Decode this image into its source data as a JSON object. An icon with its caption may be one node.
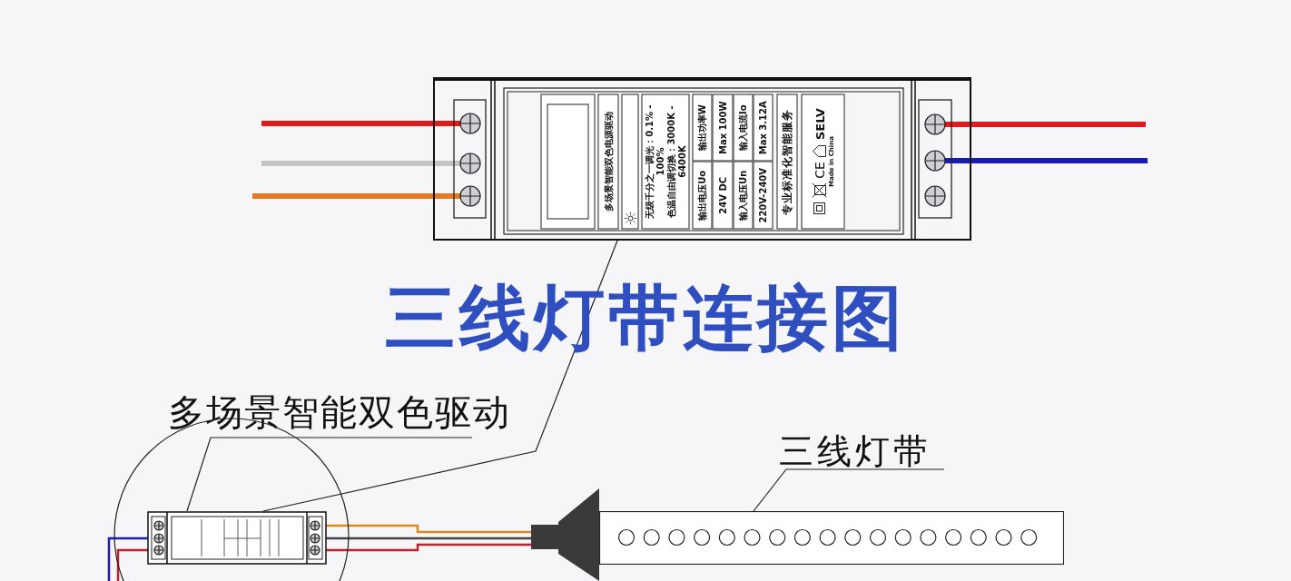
{
  "diagram": {
    "title": "三线灯带连接图",
    "nodes": [
      {
        "text": [],
        "shape": "box"
      },
      {
        "text": [
          "多场景智能双色驱动"
        ]
      },
      {
        "text": [],
        "shape": "circle"
      },
      {
        "text": [],
        "shape": "box",
        "in": 2
      },
      {
        "text": [],
        "shape": "box"
      },
      {
        "text": [],
        "shape": "bar"
      },
      {
        "text": [
          "三线灯带"
        ]
      }
    ],
    "edges": [
      {
        "from": null,
        "to": 0,
        "arrow": "none",
        "style": "thick",
        "color": "#e01b1b"
      },
      {
        "from": null,
        "to": 0,
        "arrow": "none",
        "style": "thick",
        "color": "#c4c4c4"
      },
      {
        "from": null,
        "to": 0,
        "arrow": "none",
        "style": "thick",
        "color": "#e8781e"
      },
      {
        "from": 0,
        "to": null,
        "arrow": "none",
        "style": "thick",
        "color": "#e01b1b"
      },
      {
        "from": 0,
        "to": null,
        "arrow": "none",
        "style": "thick",
        "color": "#1b1bb0"
      },
      {
        "from": 1,
        "to": 3,
        "arrow": "none"
      },
      {
        "from": 0,
        "to": 3,
        "arrow": "none"
      },
      {
        "from": 3,
        "to": 4,
        "arrow": "none",
        "color": "#d98a1e"
      },
      {
        "from": 3,
        "to": 4,
        "arrow": "none",
        "color": "#444444"
      },
      {
        "from": 3,
        "to": 4,
        "arrow": "none",
        "color": "#c81e2a"
      },
      {
        "from": null,
        "to": 3,
        "arrow": "none",
        "color": "#1b1bb0"
      },
      {
        "from": null,
        "to": 3,
        "arrow": "none",
        "color": "#c81e2a"
      },
      {
        "from": 6,
        "to": 5,
        "arrow": "none"
      }
    ],
    "labels": [
      "多场景智能双色电源驱动",
      "无级千分之一调光：0.1% - 100%",
      "色温自由调切换：3000K - 6400K",
      "输出电压Uo",
      "输出功率W",
      "24V DC",
      "Max 100W",
      "输入电压Un",
      "输入电流Io",
      "220V-240V",
      "Max 3.12A",
      "专业标准化智能服务",
      "CE",
      "SELV",
      "Made in China"
    ]
  }
}
